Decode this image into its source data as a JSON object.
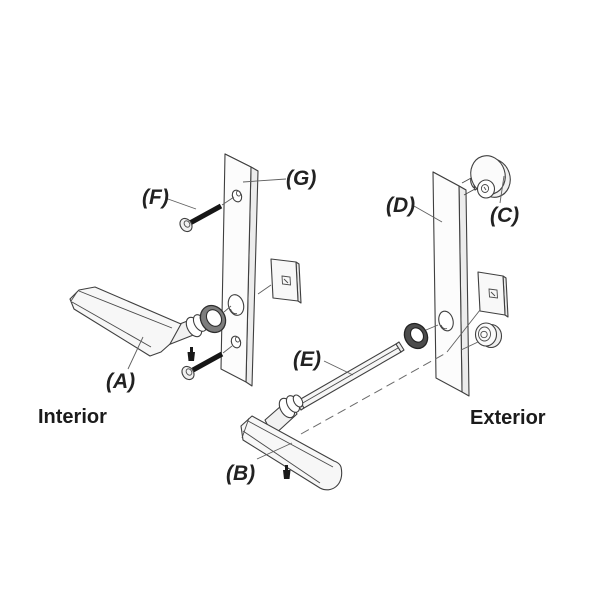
{
  "diagram": {
    "kind": "exploded-parts-diagram",
    "part_labels": {
      "a": "(A)",
      "b": "(B)",
      "c": "(C)",
      "d": "(D)",
      "e": "(E)",
      "f": "(F)",
      "g": "(G)"
    },
    "side_labels": {
      "interior": "Interior",
      "exterior": "Exterior"
    },
    "colors": {
      "background": "#ffffff",
      "line": "#3f3f3f",
      "screw_fill": "#161616",
      "washer_interior": "#7d7d7d",
      "washer_exterior": "#4c4c4c"
    }
  }
}
